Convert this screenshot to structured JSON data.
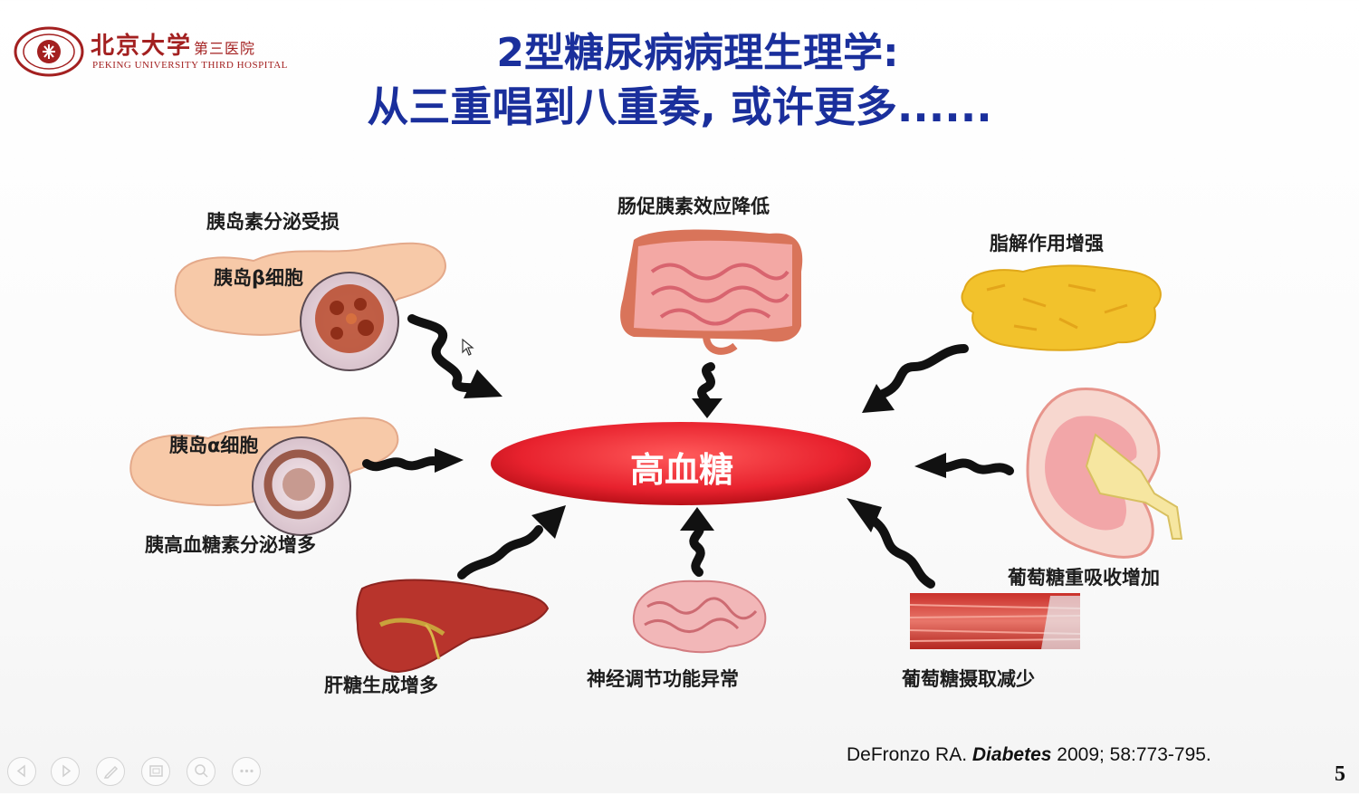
{
  "header": {
    "logo_cn": "北京大学",
    "logo_cn_sub": "第三医院",
    "logo_en": "PEKING UNIVERSITY THIRD HOSPITAL",
    "title_line1": "2型糖尿病病理生理学:",
    "title_line2": "从三重唱到八重奏, 或许更多......"
  },
  "diagram": {
    "center": "高血糖",
    "labels": {
      "beta_cell_top": "胰岛素分泌受损",
      "beta_cell": "胰岛β细胞",
      "alpha_cell": "胰岛α细胞",
      "alpha_cell_bottom": "胰高血糖素分泌增多",
      "incretin": "肠促胰素效应降低",
      "lipolysis": "脂解作用增强",
      "kidney": "葡萄糖重吸收增加",
      "liver": "肝糖生成增多",
      "brain": "神经调节功能异常",
      "muscle": "葡萄糖摄取减少"
    },
    "colors": {
      "center_fill": "#e8222e",
      "title": "#1a2f9c",
      "logo": "#a32020",
      "pancreas": "#f7c9a8",
      "fat": "#f2c22c",
      "liver": "#b8342c"
    }
  },
  "citation": {
    "author": "DeFronzo RA.",
    "journal": "Diabetes",
    "details": "2009; 58:773-795."
  },
  "slide_number": "5",
  "toolbar": {
    "icons": [
      "prev-icon",
      "play-icon",
      "pen-icon",
      "slides-icon",
      "zoom-icon",
      "more-icon"
    ]
  }
}
